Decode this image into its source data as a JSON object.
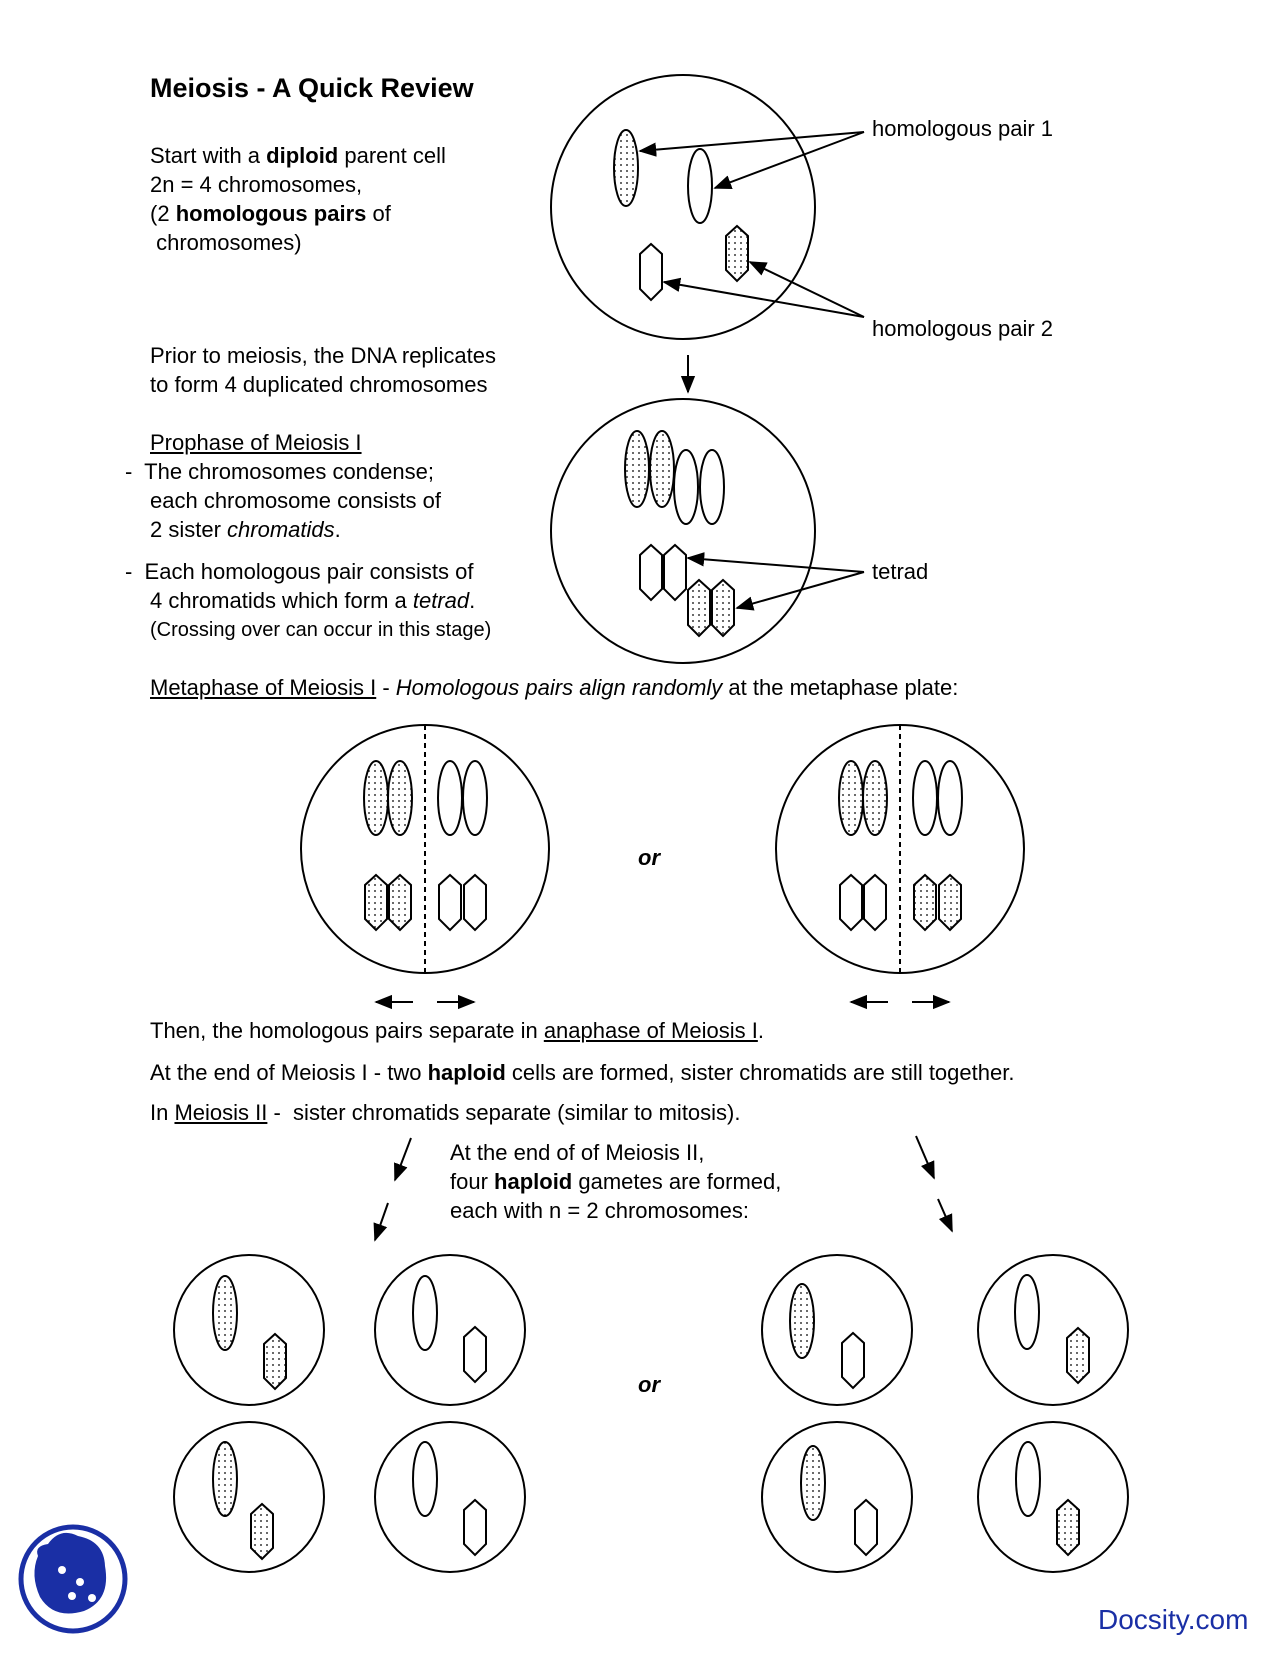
{
  "title": "Meiosis - A Quick Review",
  "intro": {
    "line1_a": "Start with a ",
    "line1_b": "diploid",
    "line1_c": " parent cell",
    "line2": "2n = 4 chromosomes,",
    "line3_a": "(2 ",
    "line3_b": "homologous pairs",
    "line3_c": " of",
    "line4": " chromosomes)"
  },
  "labels": {
    "pair1": "homologous pair 1",
    "pair2": "homologous pair 2",
    "tetrad": "tetrad",
    "or": "or"
  },
  "replication": {
    "line1": "Prior to meiosis, the DNA replicates",
    "line2": "to form 4 duplicated chromosomes"
  },
  "prophase": {
    "heading": "Prophase of Meiosis I",
    "b1_line1": "-  The chromosomes condense;",
    "b1_line2": "each chromosome consists of",
    "b1_line3_a": "2 sister ",
    "b1_line3_b": "chromatids",
    "b1_line3_c": ".",
    "b2_line1": "-  Each homologous pair consists of",
    "b2_line2_a": "4 chromatids which form a ",
    "b2_line2_b": "tetrad",
    "b2_line2_c": ".",
    "b2_line3": "(Crossing over can occur in this stage)"
  },
  "metaphase": {
    "heading": "Metaphase of Meiosis I",
    "dash": " - ",
    "italic": "Homologous pairs align randomly",
    "rest": " at the metaphase plate:"
  },
  "anaphase": {
    "a": "Then, the homologous pairs separate in ",
    "u": "anaphase of Meiosis I",
    "c": "."
  },
  "end1": {
    "a": "At the end of Meiosis I - two ",
    "b": "haploid",
    "c": " cells are formed, sister chromatids are still together."
  },
  "meiosis2": {
    "a": "In ",
    "u": "Meiosis II",
    "c": " -  sister chromatids separate (similar to mitosis)."
  },
  "end2": {
    "line1": "At the end of of Meiosis II,",
    "line2_a": "four ",
    "line2_b": "haploid",
    "line2_c": " gametes are formed,",
    "line3": "each with n = 2 chromosomes:"
  },
  "brand": "Docsity.com",
  "colors": {
    "brand": "#1a2fa5",
    "ink": "#000000"
  }
}
